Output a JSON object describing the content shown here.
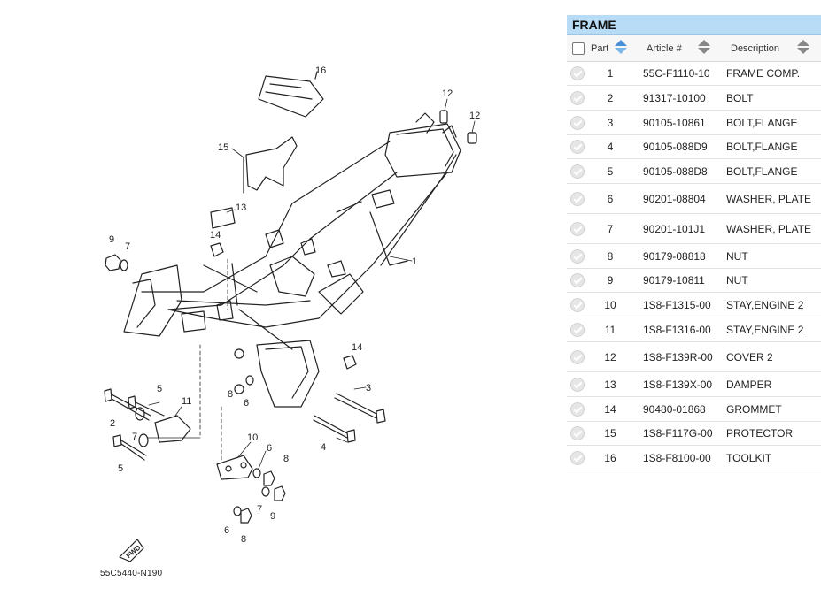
{
  "diagram": {
    "code": "55C5440-N190",
    "fwd_label": "FWD",
    "callouts": [
      "16",
      "12",
      "12",
      "15",
      "13",
      "9",
      "7",
      "14",
      "1",
      "14",
      "8",
      "6",
      "3",
      "5",
      "2",
      "11",
      "7",
      "5",
      "10",
      "6",
      "8",
      "4",
      "7",
      "9",
      "6",
      "8"
    ]
  },
  "parts_table": {
    "title": "FRAME",
    "headers": {
      "part": "Part",
      "article": "Article #",
      "description": "Description"
    },
    "rows": [
      {
        "part": "1",
        "article": "55C-F1110-10",
        "description": "FRAME COMP."
      },
      {
        "part": "2",
        "article": "91317-10100",
        "description": "BOLT"
      },
      {
        "part": "3",
        "article": "90105-10861",
        "description": "BOLT,FLANGE"
      },
      {
        "part": "4",
        "article": "90105-088D9",
        "description": "BOLT,FLANGE"
      },
      {
        "part": "5",
        "article": "90105-088D8",
        "description": "BOLT,FLANGE"
      },
      {
        "part": "6",
        "article": "90201-08804",
        "description": "WASHER, PLATE"
      },
      {
        "part": "7",
        "article": "90201-101J1",
        "description": "WASHER, PLATE"
      },
      {
        "part": "8",
        "article": "90179-08818",
        "description": "NUT"
      },
      {
        "part": "9",
        "article": "90179-10811",
        "description": "NUT"
      },
      {
        "part": "10",
        "article": "1S8-F1315-00",
        "description": "STAY,ENGINE 2"
      },
      {
        "part": "11",
        "article": "1S8-F1316-00",
        "description": "STAY,ENGINE 2"
      },
      {
        "part": "12",
        "article": "1S8-F139R-00",
        "description": "COVER 2"
      },
      {
        "part": "13",
        "article": "1S8-F139X-00",
        "description": "DAMPER"
      },
      {
        "part": "14",
        "article": "90480-01868",
        "description": "GROMMET"
      },
      {
        "part": "15",
        "article": "1S8-F117G-00",
        "description": "PROTECTOR"
      },
      {
        "part": "16",
        "article": "1S8-F8100-00",
        "description": "TOOLKIT"
      }
    ]
  }
}
